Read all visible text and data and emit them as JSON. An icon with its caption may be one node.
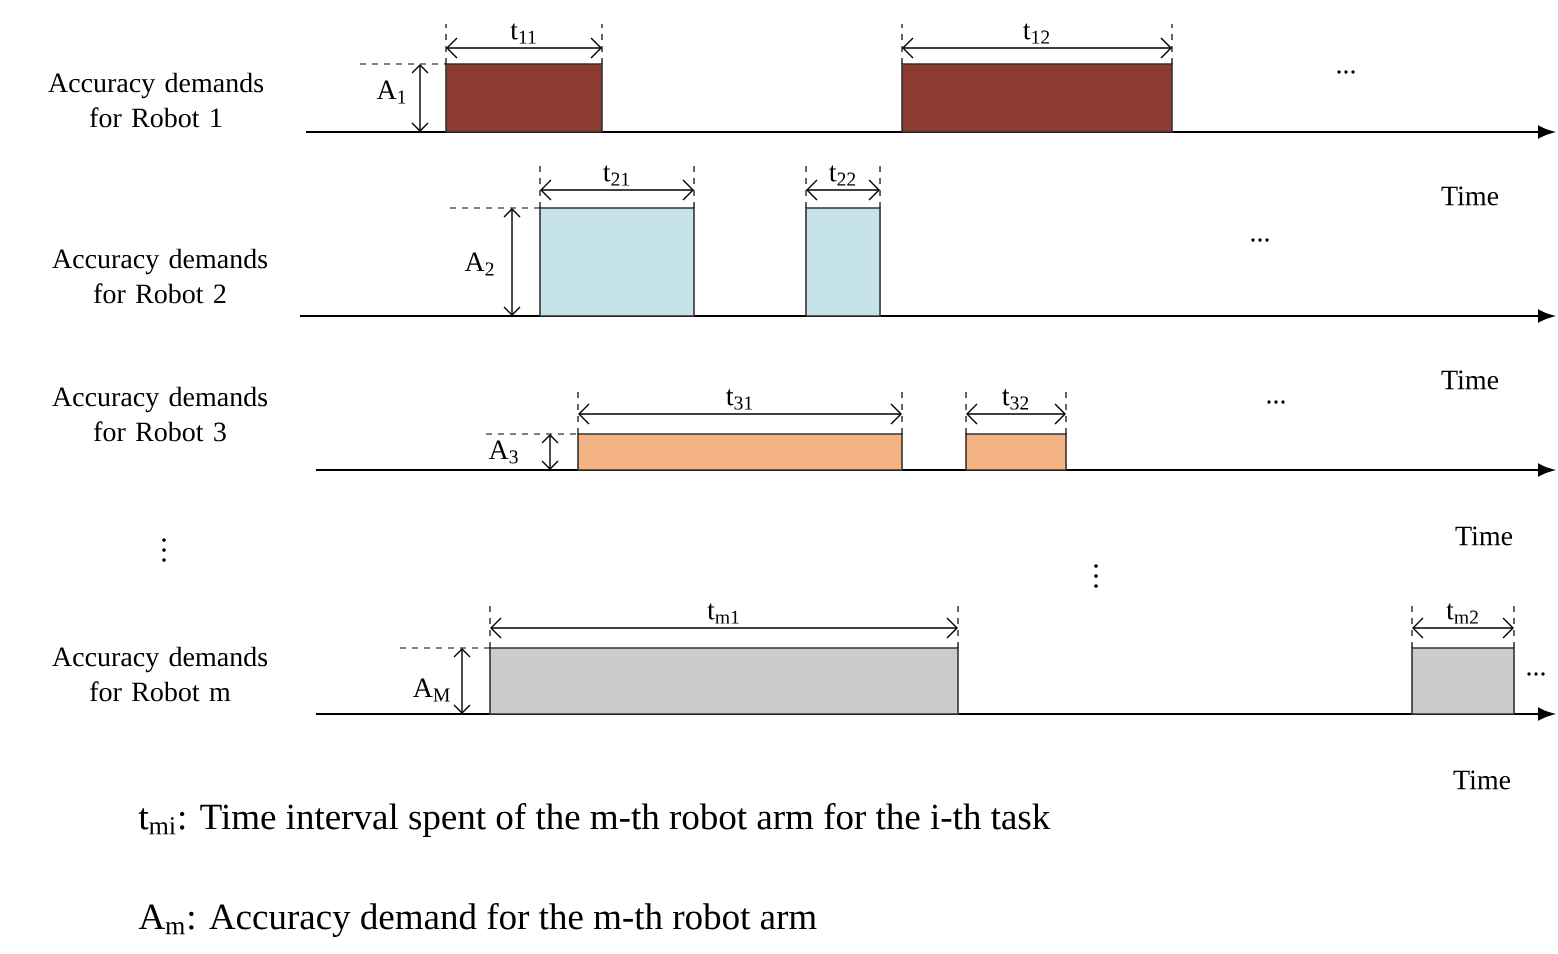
{
  "diagram": {
    "nodes": [
      {
        "text": [],
        "shape": "bar",
        "beside": [
          "t$_{11}$",
          "A$_{1}$"
        ]
      },
      {
        "text": [],
        "shape": "bar",
        "beside": [
          "t$_{12}$"
        ]
      },
      {
        "text": [],
        "shape": "bar",
        "beside": [
          "t$_{21}$",
          "A$_{2}$"
        ]
      },
      {
        "text": [],
        "shape": "bar",
        "beside": [
          "t$_{22}$"
        ]
      },
      {
        "text": [],
        "shape": "bar",
        "beside": [
          "t$_{31}$",
          "A$_{3}$"
        ]
      },
      {
        "text": [],
        "shape": "bar",
        "beside": [
          "t$_{32}$"
        ]
      },
      {
        "text": [],
        "shape": "bar",
        "beside": [
          "t$_{m1}$",
          "A$_{M}$"
        ]
      },
      {
        "text": [],
        "shape": "bar",
        "beside": [
          "t$_{m2}$"
        ]
      }
    ],
    "labels": [
      "Accuracy demands for Robot 1",
      "...",
      "Time",
      "Accuracy demands for Robot 2",
      "...",
      "Time",
      "Accuracy demands for Robot 3",
      "...",
      "Time",
      "Accuracy demands for Robot m",
      "...",
      "Time",
      "t$_{mi}$: Time interval spent of the m-th robot arm for the i-th task",
      "A$_{m}$: Accuracy demand for the m-th robot arm"
    ]
  }
}
